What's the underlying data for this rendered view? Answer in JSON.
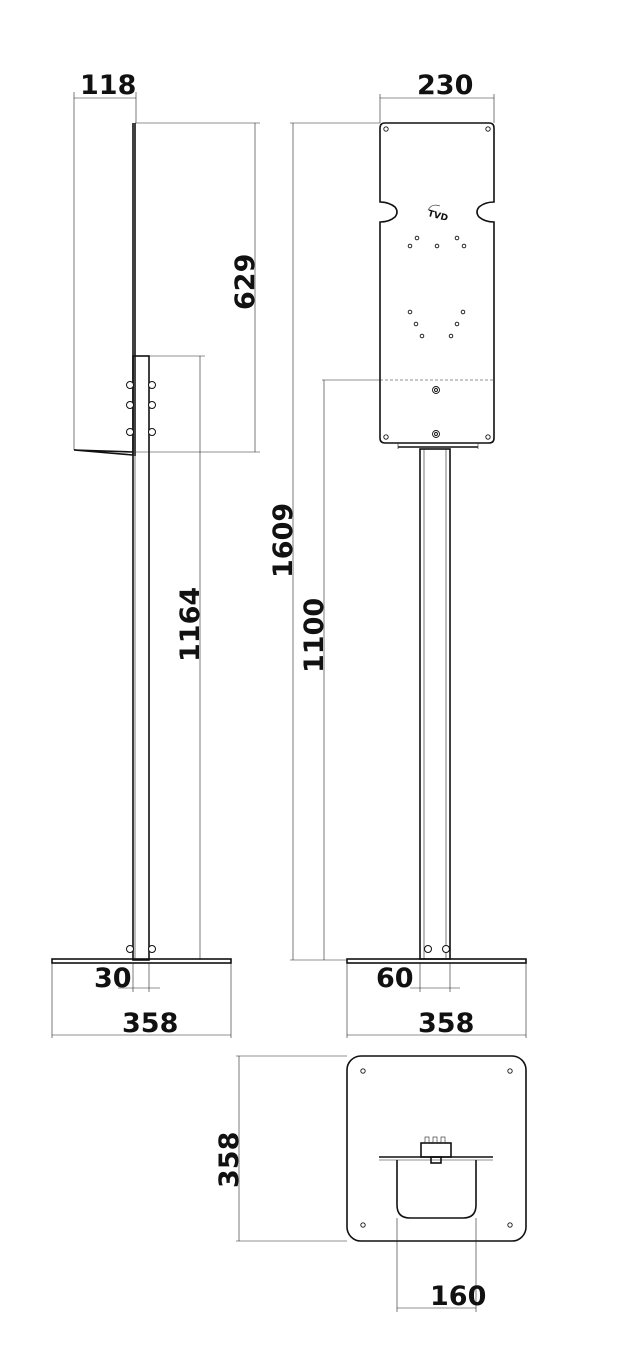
{
  "drawing": {
    "side_view": {
      "top_depth": "118",
      "panel_height": "629",
      "pole_height": "1164",
      "pole_thickness": "30",
      "base_width": "358"
    },
    "front_view": {
      "panel_width": "230",
      "total_height": "1609",
      "lower_height": "1100",
      "pole_width": "60",
      "base_width": "358"
    },
    "top_view": {
      "base_depth": "358",
      "cutout_width": "160"
    },
    "logo_text": "TVD"
  }
}
